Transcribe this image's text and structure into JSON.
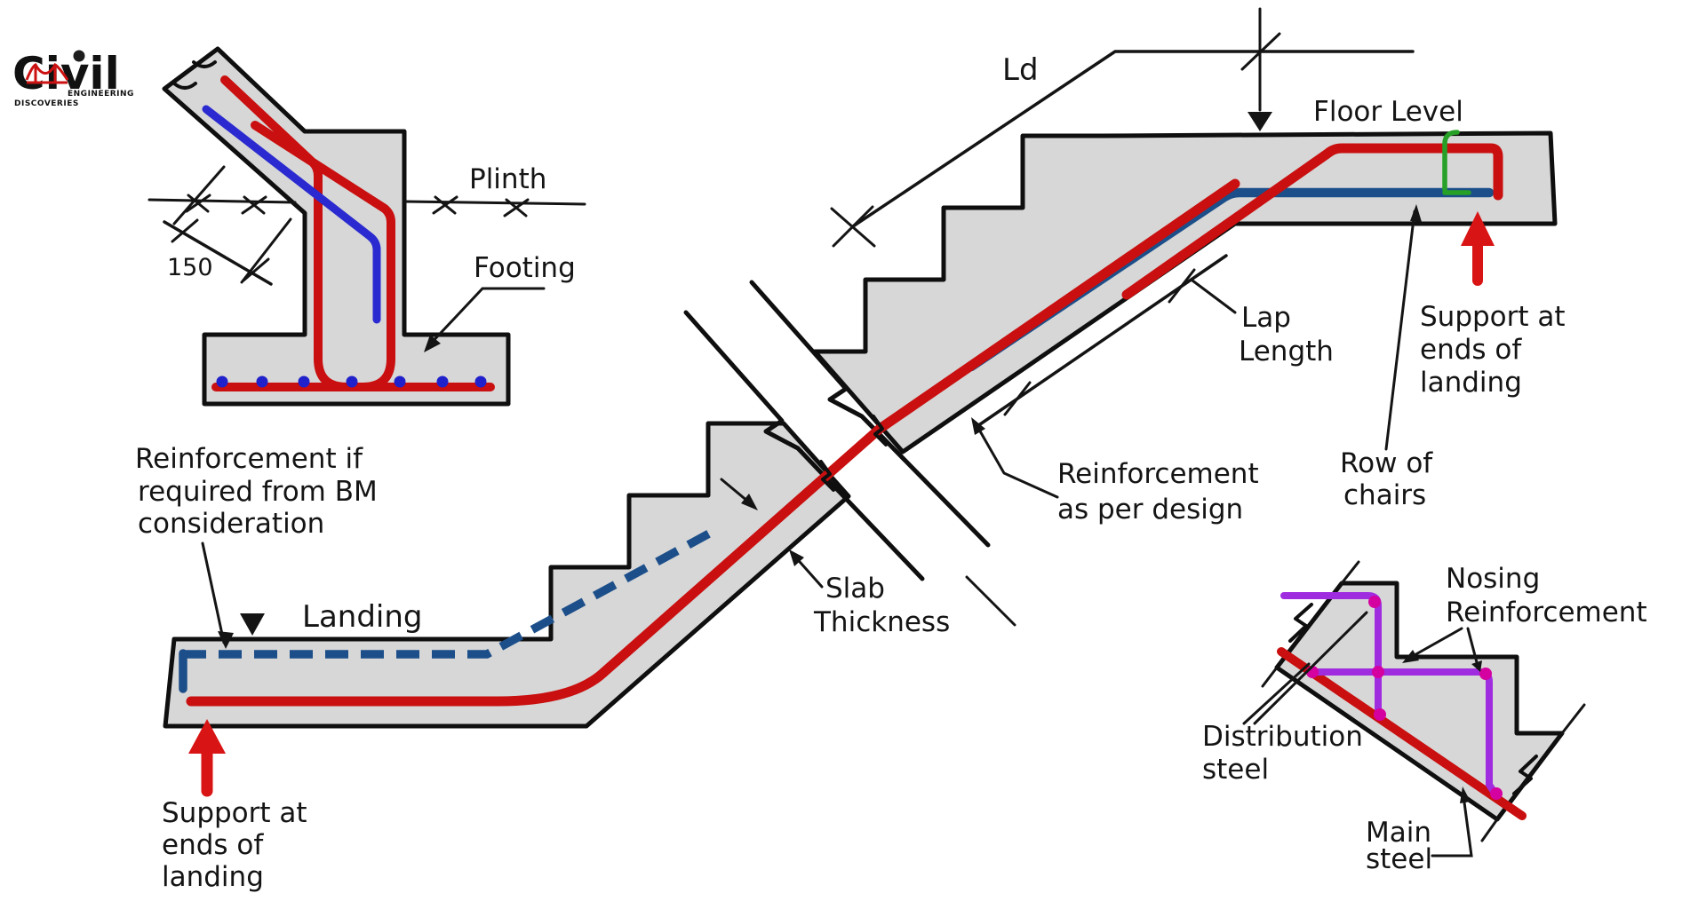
{
  "logo": {
    "title": "Civil",
    "sub1": "ENGINEERING",
    "sub2": "DISCOVERIES"
  },
  "colors": {
    "concrete": "#d7d7d7",
    "outline": "#0f0f0f",
    "rebar_red": "#c90f0f",
    "rebar_blue": "#1c4f8a",
    "rebar_blue_bright": "#2a2ad0",
    "dowel_dot_blue": "#2121cc",
    "purple": "#a02ce0",
    "magenta_dot": "#d4009f",
    "chair_green": "#27a027",
    "support_arrow_red": "#d81414"
  },
  "footing_detail": {
    "dim_150": "150",
    "plinth": "Plinth",
    "footing": "Footing"
  },
  "staircase": {
    "ld": "Ld",
    "floor_level": "Floor Level",
    "landing": "Landing",
    "lap_length": [
      "Lap",
      "Length"
    ],
    "support_left": [
      "Support at",
      "ends of",
      "landing"
    ],
    "support_right": [
      "Support at",
      "ends of",
      "landing"
    ],
    "row_of_chairs": [
      "Row of",
      "chairs"
    ],
    "reinforcement_design": [
      "Reinforcement",
      "as per design"
    ],
    "slab_thickness": [
      "Slab",
      "Thickness"
    ],
    "reinforcement_bm": [
      "Reinforcement if",
      "required from BM",
      "consideration"
    ]
  },
  "nosing_detail": {
    "nosing_reinforcement": [
      "Nosing",
      "Reinforcement"
    ],
    "distribution_steel": [
      "Distribution",
      "steel"
    ],
    "main_steel": [
      "Main",
      "steel"
    ]
  }
}
